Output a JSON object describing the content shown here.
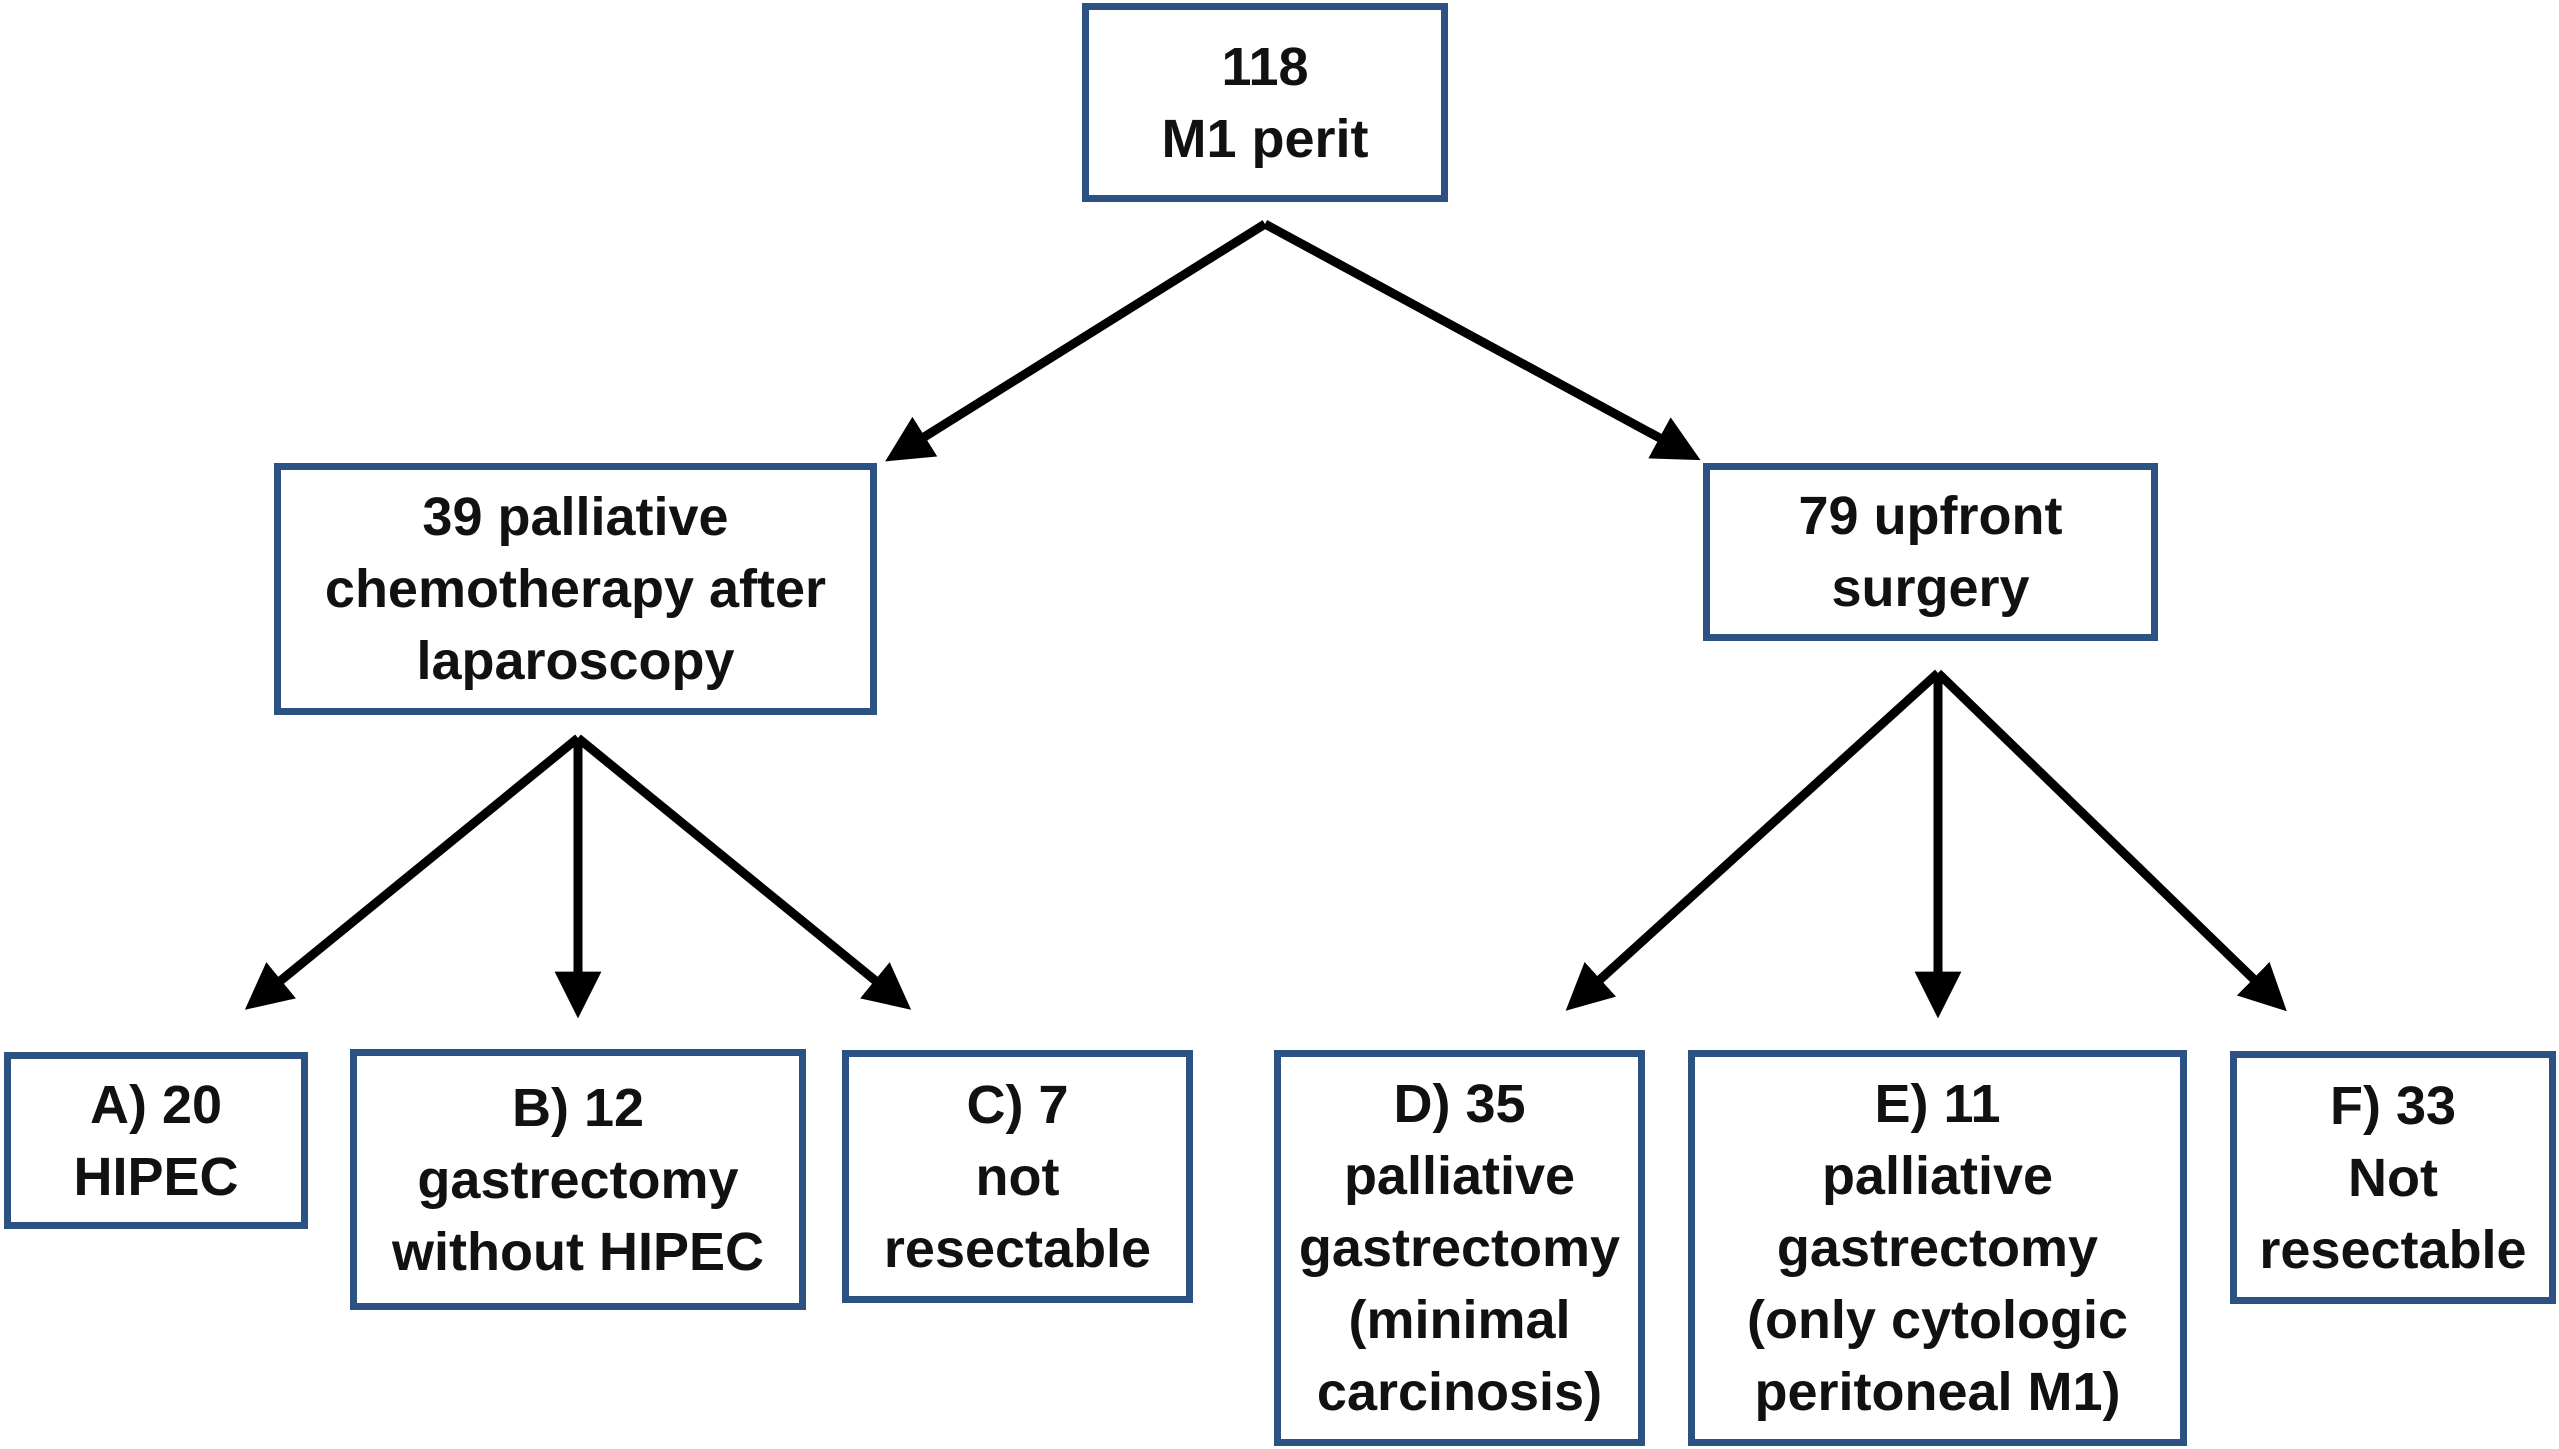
{
  "root": {
    "lines": [
      "118",
      "M1 perit"
    ]
  },
  "level1": {
    "left": {
      "lines": [
        "39 palliative",
        "chemotherapy after",
        "laparoscopy"
      ]
    },
    "right": {
      "lines": [
        "79 upfront",
        "surgery"
      ]
    }
  },
  "outcomes": {
    "a": {
      "lines": [
        "A) 20",
        "HIPEC"
      ]
    },
    "b": {
      "lines": [
        "B) 12",
        "gastrectomy",
        "without HIPEC"
      ]
    },
    "c": {
      "lines": [
        "C) 7",
        "not",
        "resectable"
      ]
    },
    "d": {
      "lines": [
        "D) 35",
        "palliative",
        "gastrectomy",
        "(minimal",
        "carcinosis)"
      ]
    },
    "e": {
      "lines": [
        "E) 11",
        "palliative",
        "gastrectomy",
        "(only cytologic",
        "peritoneal M1)"
      ]
    },
    "f": {
      "lines": [
        "F) 33",
        "Not",
        "resectable"
      ]
    }
  },
  "colors": {
    "box_border": "#2b5282",
    "arrow": "#000000",
    "text": "#111111"
  }
}
